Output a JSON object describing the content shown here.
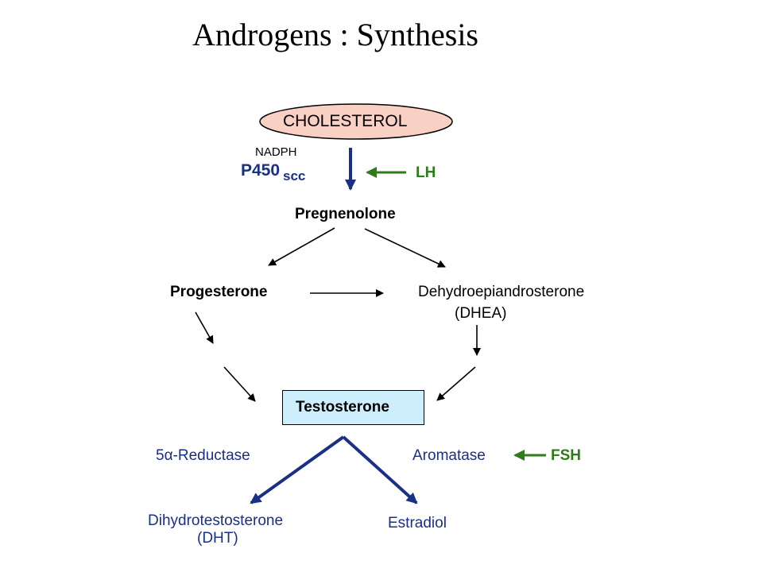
{
  "title": "Androgens : Synthesis",
  "nodes": {
    "cholesterol": "CHOLESTEROL",
    "pregnenolone": "Pregnenolone",
    "progesterone": "Progesterone",
    "dhea": "Dehydroepiandrosterone",
    "dhea_abbr": "(DHEA)",
    "testosterone": "Testosterone",
    "dht": "Dihydrotestosterone",
    "dht_abbr": "(DHT)",
    "estradiol": "Estradiol"
  },
  "enzymes": {
    "cofactor": "NADPH",
    "p450": "P450",
    "scc": "scc",
    "reductase": "5α-Reductase",
    "aromatase": "Aromatase"
  },
  "regulators": {
    "lh": "LH",
    "fsh": "FSH"
  },
  "colors": {
    "navy": "#1a2f86",
    "green": "#2e7d1a",
    "cholesterol_fill": "#f8d0c4",
    "testosterone_fill": "#cdeffd"
  }
}
